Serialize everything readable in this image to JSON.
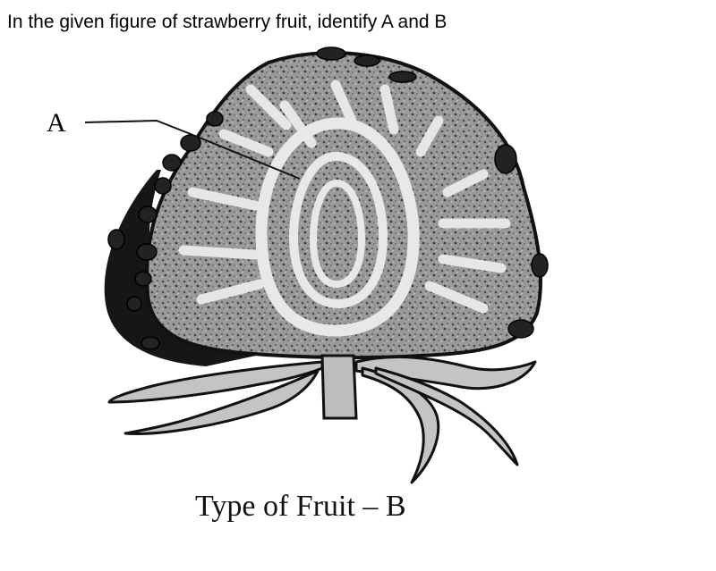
{
  "question": {
    "text": "In the given figure of strawberry fruit, identify A and B"
  },
  "figure": {
    "label_a": "A",
    "caption": "Type of Fruit – B"
  }
}
